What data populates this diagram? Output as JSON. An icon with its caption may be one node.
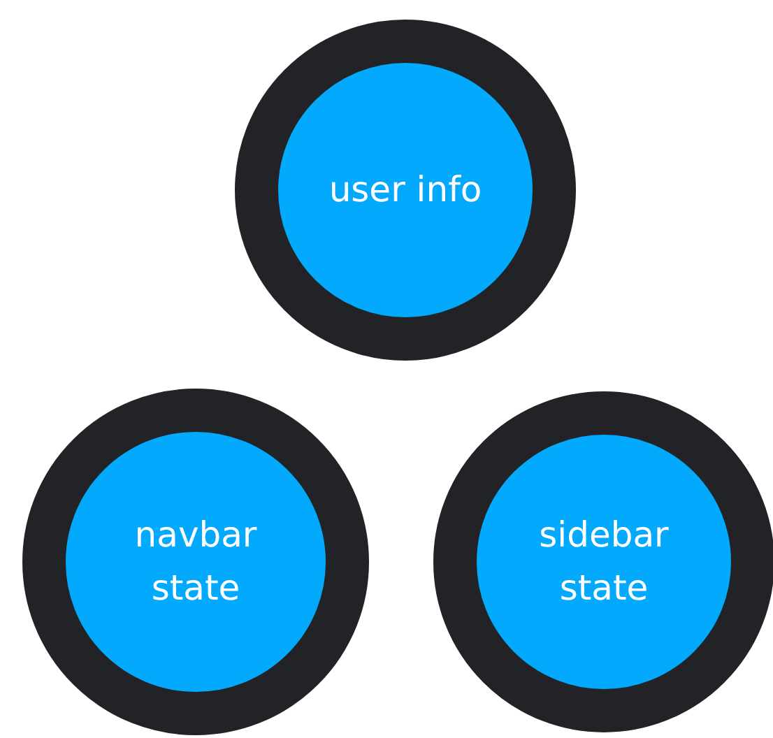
{
  "diagram": {
    "nodes": [
      {
        "text": [
          "user info"
        ]
      },
      {
        "text": [
          "navbar state"
        ]
      },
      {
        "text": [
          "sidebar state"
        ]
      }
    ]
  }
}
